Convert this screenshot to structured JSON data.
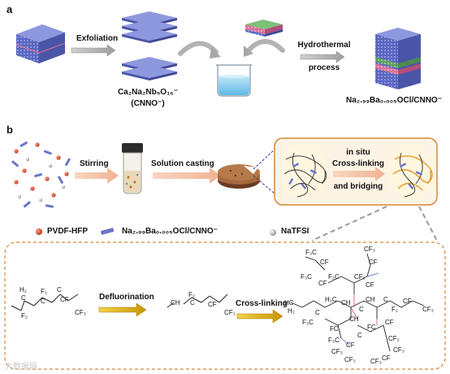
{
  "panel_a": {
    "label": "a",
    "exfoliation": "Exfoliation",
    "cnno_formula_main": "Ca",
    "cnno_formula_full": "Ca₂Na₂Nb₅O₁₆⁻",
    "cnno_abbrev": "(CNNO⁻)",
    "hydrothermal_line1": "Hydrothermal",
    "hydrothermal_line2": "process",
    "product_formula": "Na₂.₉₉Ba₀.₀₀₅OCl/CNNO⁻"
  },
  "panel_b": {
    "label": "b",
    "stirring": "Stirring",
    "solution_casting": "Solution casting",
    "crosslink_line1": "in situ",
    "crosslink_line2": "Cross-linking",
    "crosslink_line3": "and bridging"
  },
  "legend": {
    "pvdf": "PVDF-HFP",
    "filler": "Na₂.₉₉Ba₀.₀₀₅OCl/CNNO⁻",
    "salt": "NaTFSI"
  },
  "mechanism": {
    "step1": "Defluorination",
    "step2": "Cross-linking",
    "reactant_atoms": {
      "h2": "H₂",
      "c1": "C",
      "f2a": "F₂",
      "c2": "C",
      "f2b": "F₂",
      "c3": "C",
      "cf": "CF",
      "cf3": "CF₃"
    },
    "intermediate_atoms": {
      "ch": "CH",
      "c": "C",
      "f2": "F₂",
      "cf": "CF",
      "cf3": "CF₃"
    },
    "network_labels": [
      "F₃C",
      "CF",
      "F₃C",
      "CF",
      "F₂C",
      "CF₂",
      "CF₃",
      "CF",
      "CF",
      "H₂C",
      "HC",
      "CH",
      "C",
      "C",
      "CH",
      "CF",
      "CF₃",
      "C",
      "F₃C",
      "FC",
      "CH",
      "FC",
      "CF",
      "F₃C",
      "CF",
      "C",
      "F₂",
      "CF₂",
      "CF₃",
      "CF₃",
      "CF₃",
      "H₂",
      "CF₃",
      "CF"
    ]
  },
  "watermark": "大数据网",
  "colors": {
    "orange_border": "#d4883a",
    "orange_fill": "#fdf4e6",
    "arrow_peach": "#f3c4a8",
    "yellow_arrow": "#e0b400",
    "layer_blue": "#6b76c8",
    "layer_pink": "#e27a9a",
    "layer_green": "#6aa86a"
  }
}
